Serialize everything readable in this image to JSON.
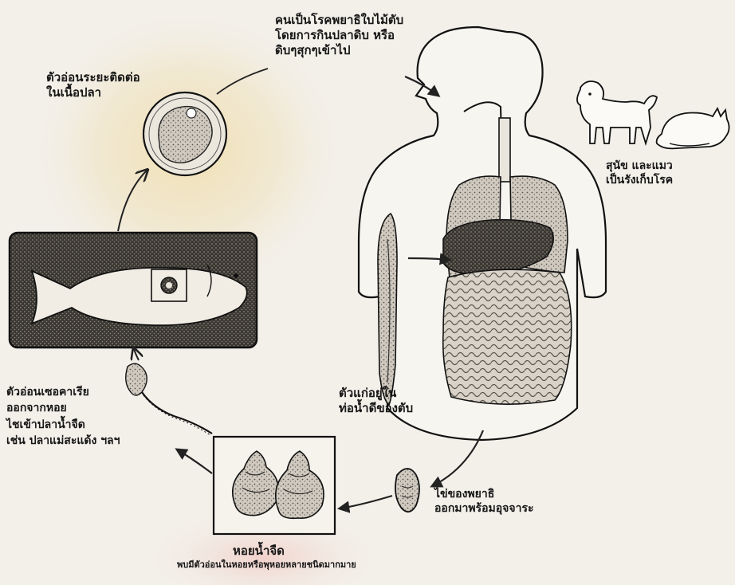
{
  "diagram": {
    "labels": {
      "human": [
        "คนเป็นโรคพยาธิใบไม้ตับ",
        "โดยการกินปลาดิบ หรือ",
        "ดิบๆสุกๆเข้าไป"
      ],
      "cyst": [
        "ตัวอ่อนระยะติดต่อ",
        "ในเนื้อปลา"
      ],
      "reservoir": [
        "สุนัข และแมว",
        "เป็นรังเก็บโรค"
      ],
      "adult_worm": [
        "ตัวแก่อยู่ใน",
        "ท่อน้ำดีของตับ"
      ],
      "cercaria": [
        "ตัวอ่อนเซอคาเรีย",
        "ออกจากหอย",
        "ไชเข้าปลาน้ำจืด",
        "เช่น ปลาแม่สะแด้ง ฯลฯ"
      ],
      "egg": [
        "ไข่ของพยาธิ",
        "ออกมาพร้อมอุจจาระ"
      ],
      "snail_title": "หอยน้ำจืด",
      "snail_sub": "พบมีตัวอ่อนในหอยหรือพุหอยหลายชนิดมากมาย"
    }
  }
}
